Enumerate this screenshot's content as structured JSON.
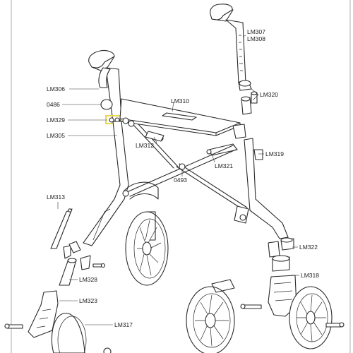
{
  "diagram": {
    "highlight_color": "#e8d84a",
    "highlighted_part": "LM329",
    "labels": {
      "lm307": "LM307",
      "lm308": "LM308",
      "lm306": "LM306",
      "lm310": "LM310",
      "lm320": "LM320",
      "p0486": "0486",
      "lm329": "LM329",
      "lm305": "LM305",
      "lm312": "LM312",
      "lm319": "LM319",
      "lm321": "LM321",
      "p0493": "0493",
      "lm313": "LM313",
      "lm322": "LM322",
      "lm318": "LM318",
      "lm328": "LM328",
      "lm323": "LM323",
      "lm317": "LM317"
    }
  }
}
